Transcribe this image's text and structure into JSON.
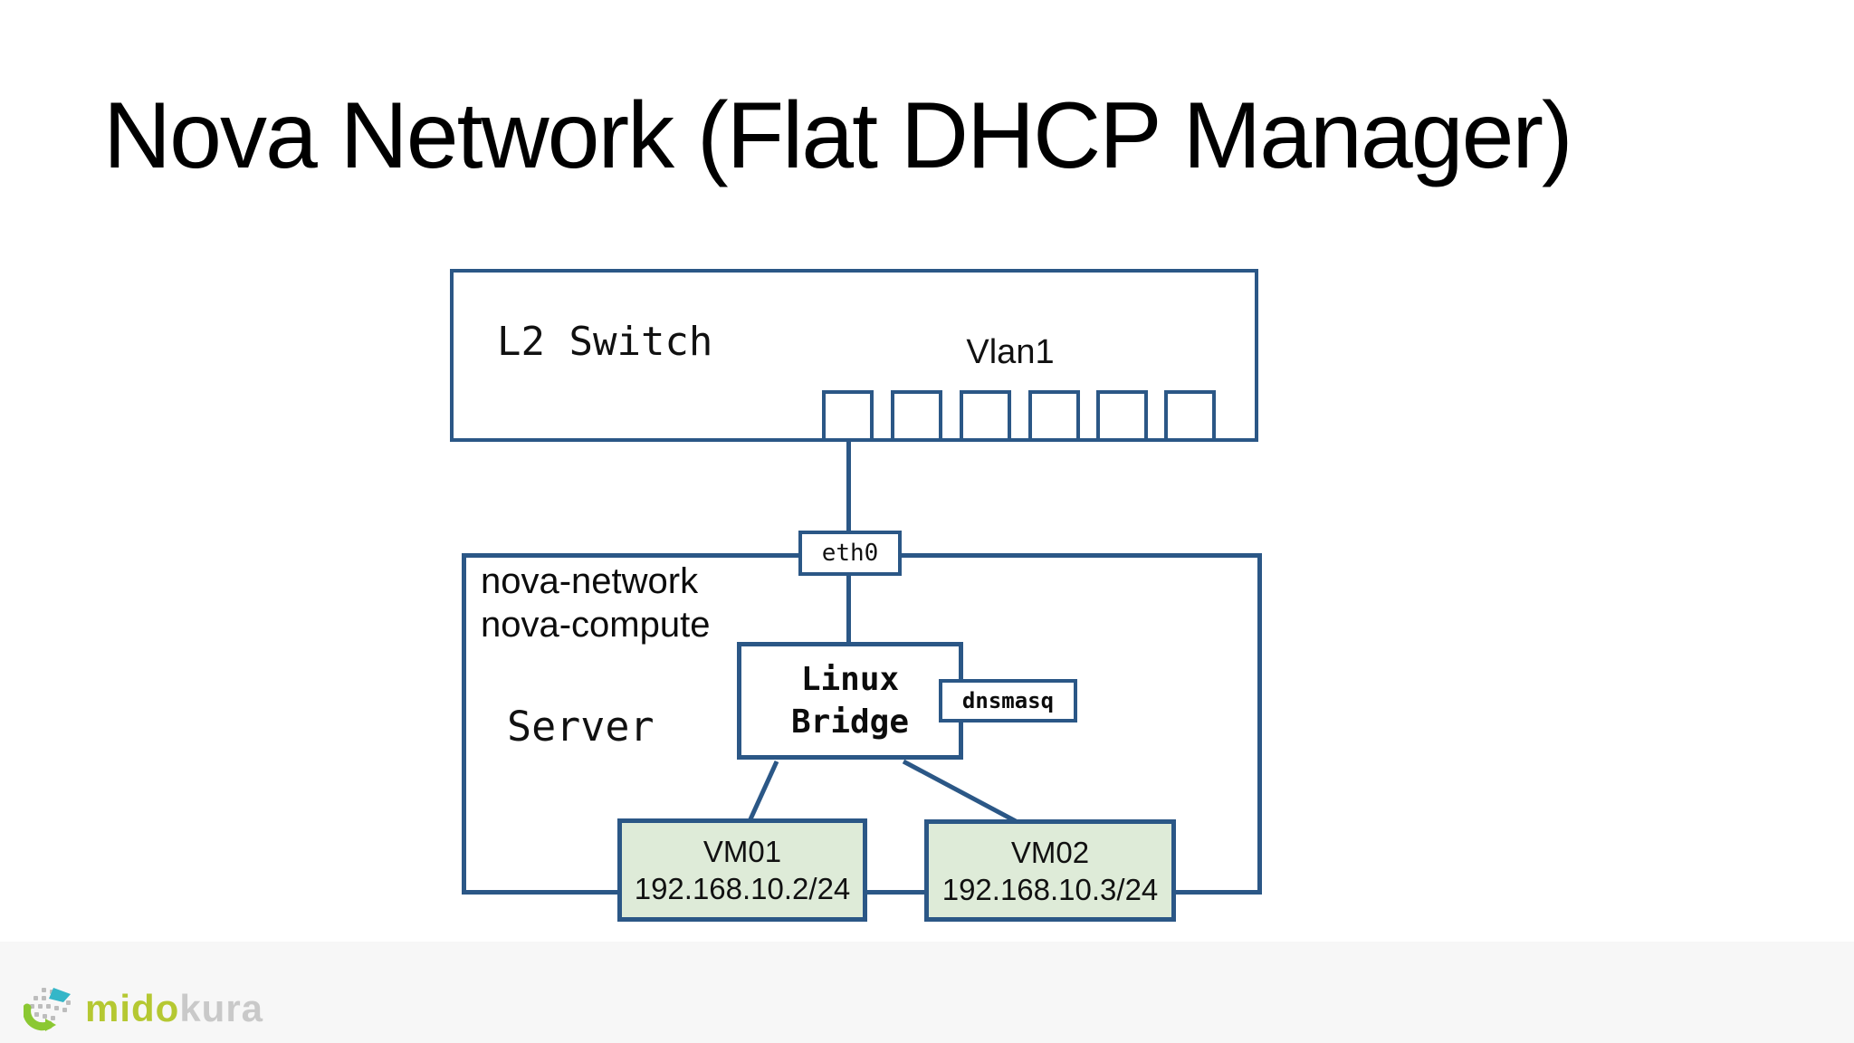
{
  "slide": {
    "title": "Nova Network (Flat DHCP Manager)"
  },
  "switch": {
    "label": "L2 Switch",
    "vlan_label": "Vlan1",
    "port_count": 6
  },
  "eth0": {
    "label": "eth0"
  },
  "server": {
    "services": [
      "nova-network",
      "nova-compute"
    ],
    "label": "Server"
  },
  "bridge": {
    "label_line1": "Linux",
    "label_line2": "Bridge"
  },
  "dnsmasq": {
    "label": "dnsmasq"
  },
  "vms": [
    {
      "name": "VM01",
      "ip": "192.168.10.2/24"
    },
    {
      "name": "VM02",
      "ip": "192.168.10.3/24"
    }
  ],
  "logo": {
    "part1": "mido",
    "part2": "kura"
  },
  "colors": {
    "diagram_line": "#2B5786",
    "vm_fill": "#DEEBD8",
    "title_text": "#000000",
    "logo_green": "#B5C832",
    "logo_gray": "#C9C9C9",
    "bottom_band": "#F7F7F7"
  }
}
